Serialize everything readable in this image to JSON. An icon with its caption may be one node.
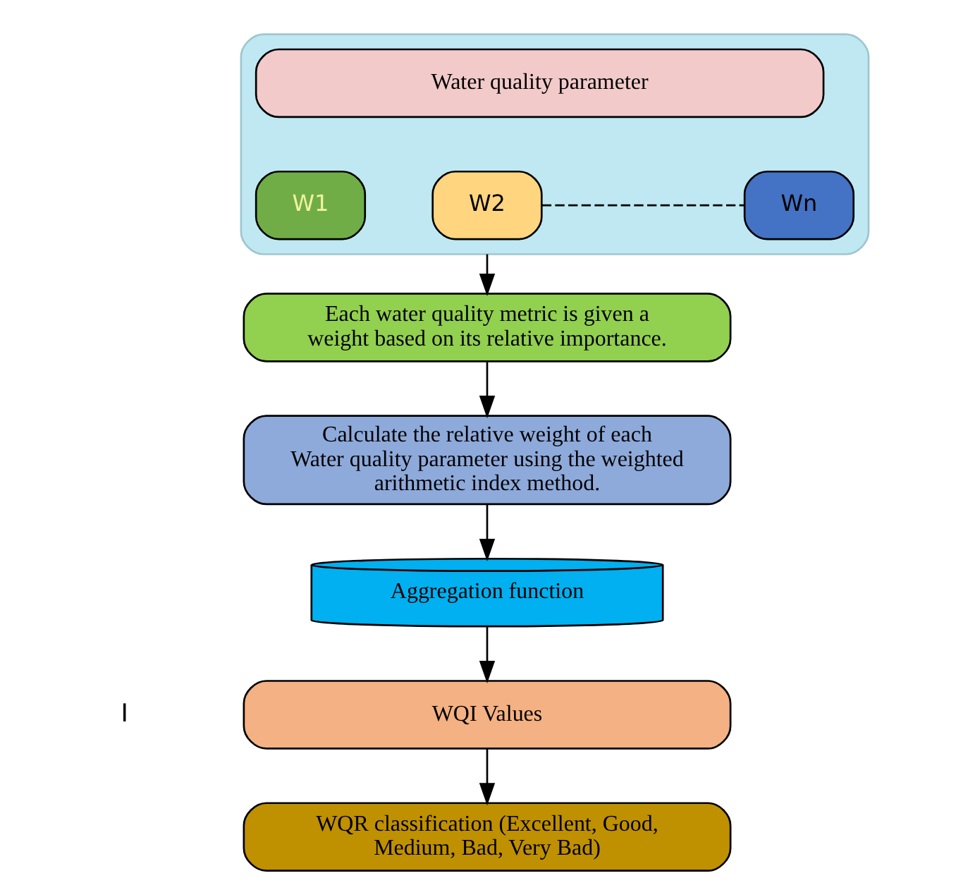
{
  "diagram": {
    "nodes": [
      {
        "text": [],
        "shape": "ellipse"
      },
      {
        "text": [
          "Water quality parameter"
        ],
        "in": 0
      },
      {
        "text": [
          "W1"
        ],
        "in": 0
      },
      {
        "text": [
          "W2"
        ],
        "in": 0
      },
      {
        "text": [
          "Wn"
        ],
        "in": 0
      },
      {
        "text": [
          "Each water quality metric is given a weight based on its relative importance."
        ]
      },
      {
        "text": [
          "Calculate the relative weight of each Water quality parameter using the weighted arithmetic index method."
        ]
      },
      {
        "text": [
          "Aggregation function"
        ]
      },
      {
        "text": [
          "WQI Values"
        ]
      },
      {
        "text": [
          "WQR classification (Excellent, Good, Medium, Bad, Very Bad)"
        ]
      }
    ],
    "edges": [
      {
        "from": 3,
        "to": 4,
        "arrow": "none",
        "style": "dashed"
      },
      {
        "from": 0,
        "to": 5,
        "arrow": "to"
      },
      {
        "from": 5,
        "to": 6,
        "arrow": "to"
      },
      {
        "from": 6,
        "to": 7,
        "arrow": "to"
      },
      {
        "from": 7,
        "to": 8,
        "arrow": "to"
      },
      {
        "from": 8,
        "to": 9,
        "arrow": "to"
      }
    ],
    "labels": [
      "I"
    ]
  }
}
